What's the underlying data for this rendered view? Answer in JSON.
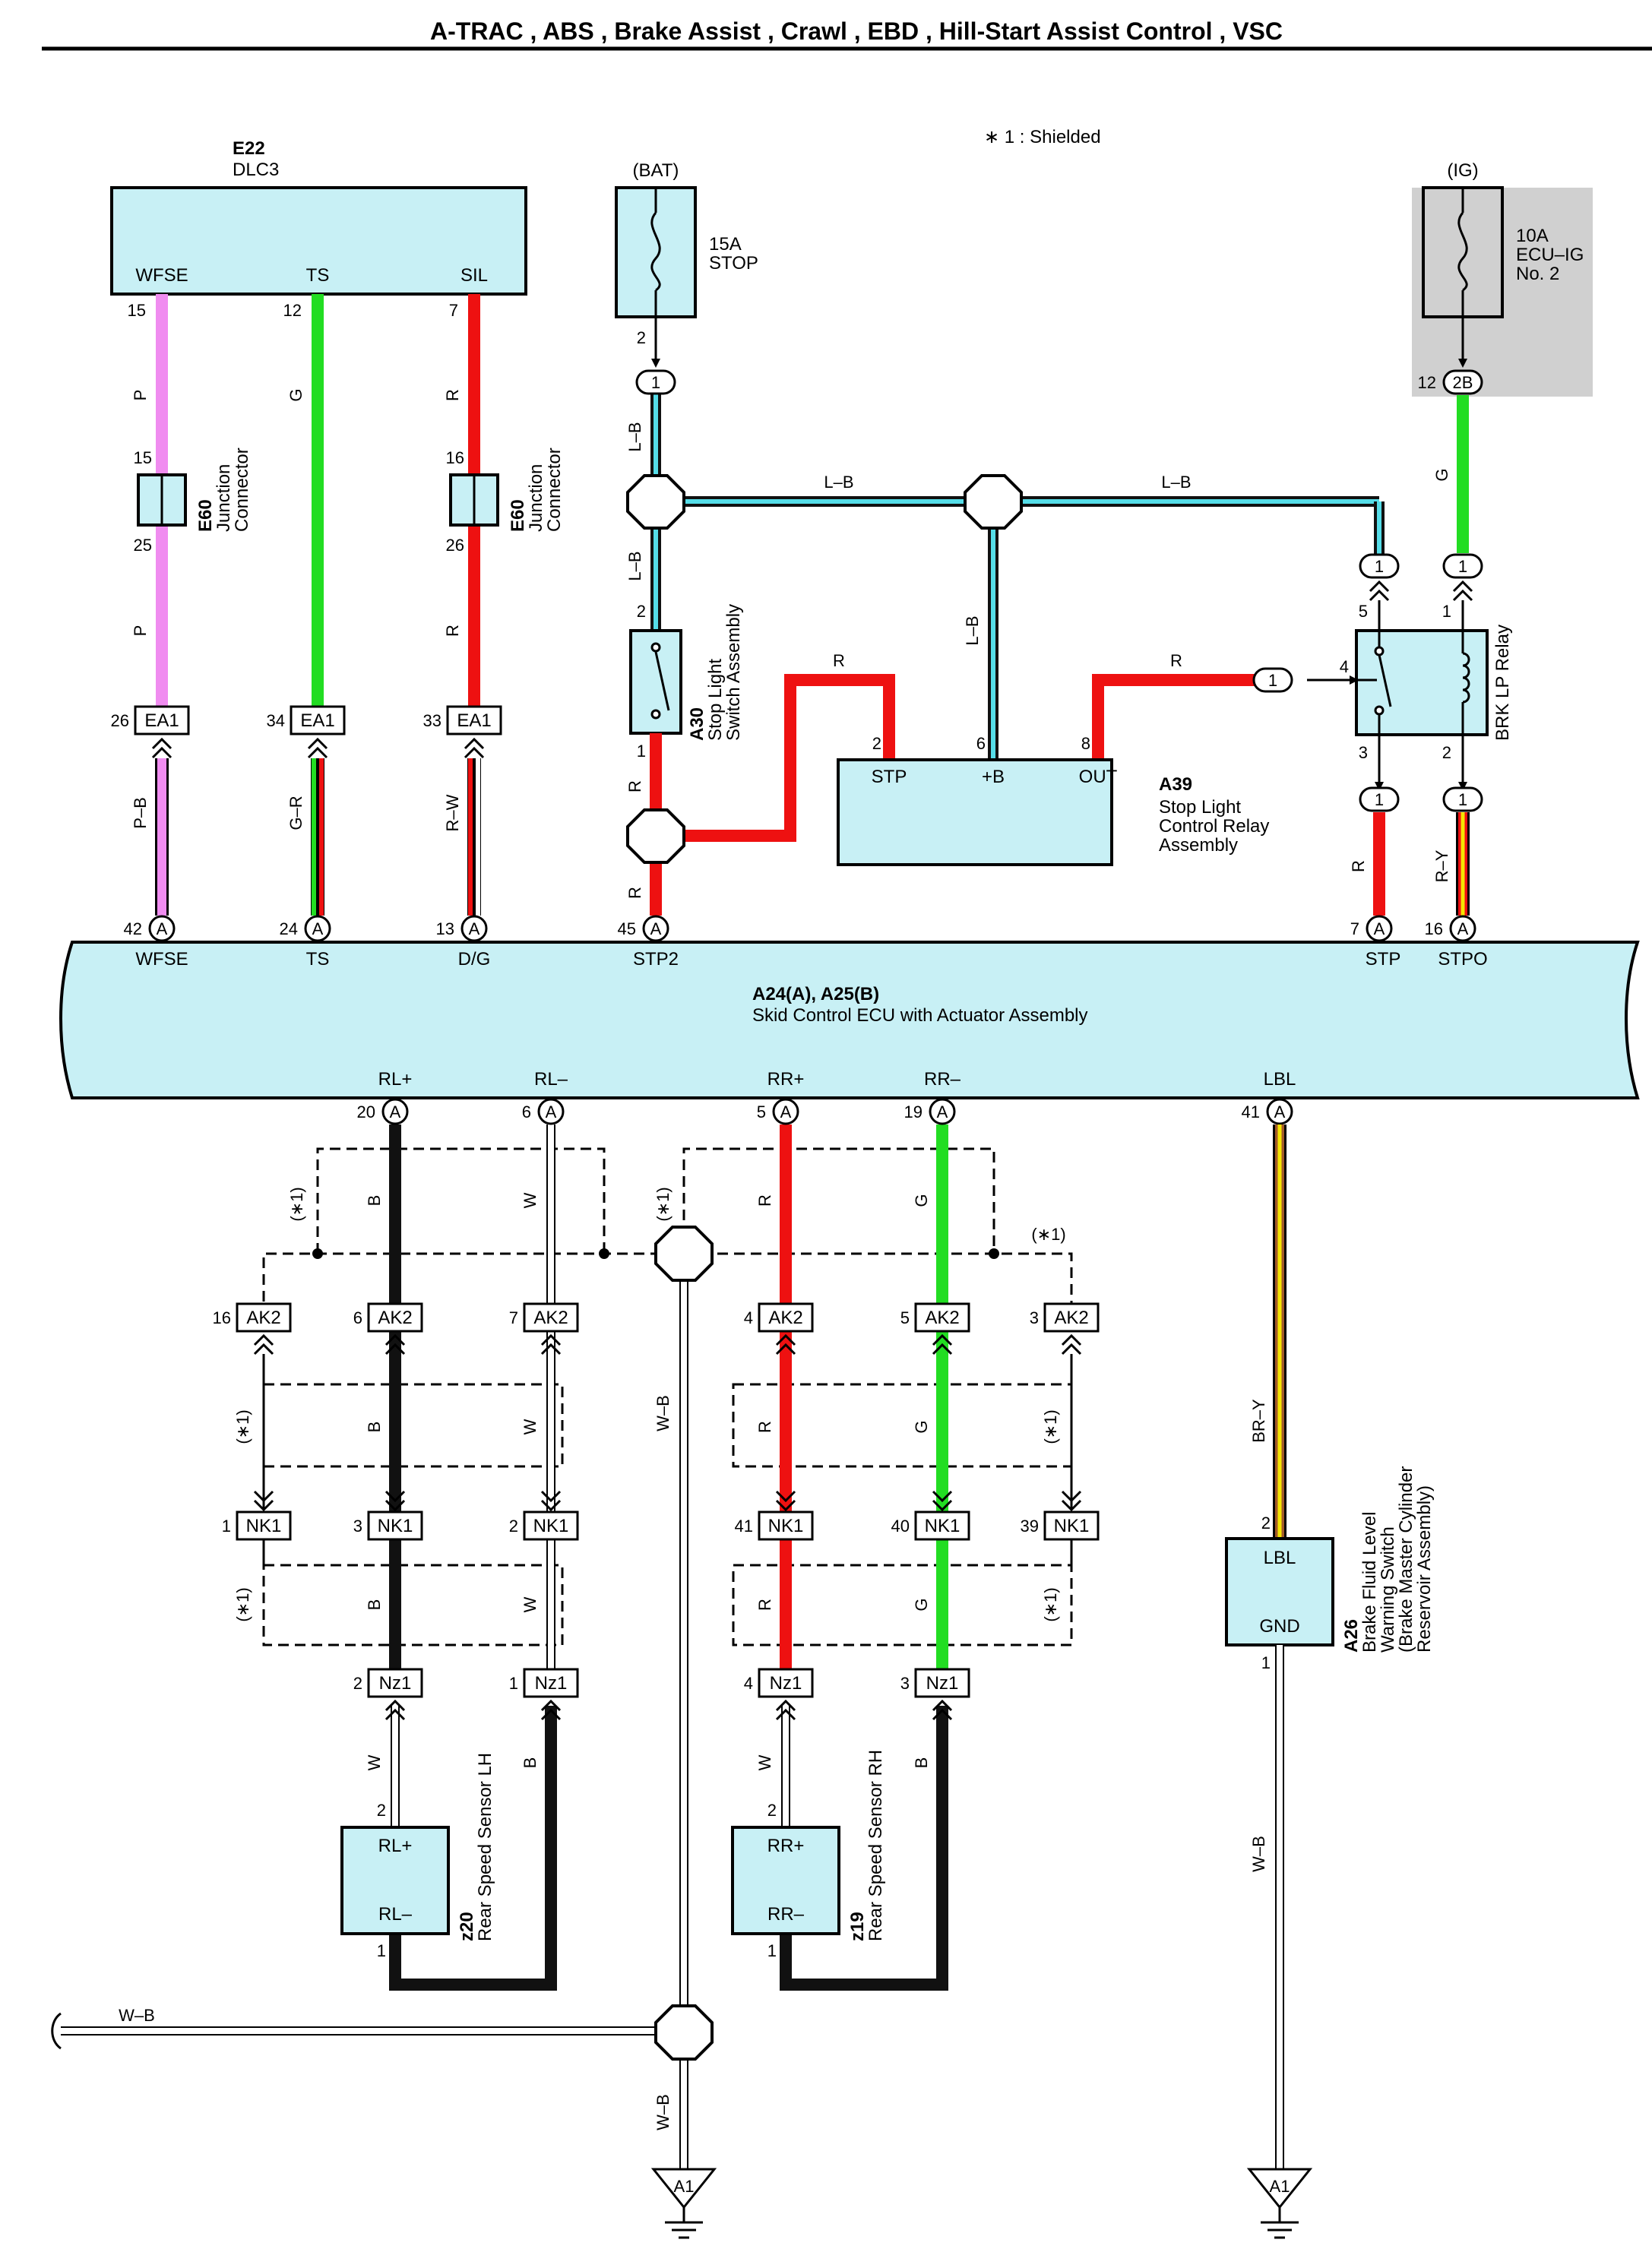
{
  "title": "A-TRAC , ABS , Brake Assist , Crawl , EBD , Hill-Start Assist Control , VSC",
  "note": "∗ 1 : Shielded",
  "colors": {
    "box_fill": "#c8f0f5",
    "shaded_area": "#d0d0d0",
    "wire_pink": "#f08cf0",
    "wire_green": "#22dd22",
    "wire_red": "#ee1111",
    "wire_lightblue": "#55dde8",
    "wire_black": "#111111",
    "wire_white": "#ffffff",
    "wire_brown": "#a35a28",
    "wire_yellow": "#f5e600"
  },
  "components": {
    "dlc3": {
      "code": "E22",
      "name": "DLC3",
      "pins": [
        "WFSE",
        "TS",
        "SIL"
      ]
    },
    "fuse_stop": {
      "source": "(BAT)",
      "rating": "15A",
      "name": "STOP"
    },
    "fuse_ecu_ig": {
      "source": "(IG)",
      "rating": "10A",
      "name": "ECU–IG",
      "name2": "No. 2"
    },
    "junction_e60": {
      "code": "E60",
      "line1": "Junction",
      "line2": "Connector"
    },
    "stop_light_switch": {
      "code": "A30",
      "line1": "Stop Light",
      "line2": "Switch Assembly"
    },
    "stop_light_relay": {
      "code": "A39",
      "line1": "Stop Light",
      "line2": "Control Relay",
      "line3": "Assembly",
      "pins": [
        "STP",
        "+B",
        "OUT"
      ]
    },
    "brk_lp_relay": {
      "name": "BRK LP Relay"
    },
    "ecu": {
      "code": "A24(A), A25(B)",
      "name": "Skid Control ECU with Actuator Assembly",
      "top_pins": [
        "WFSE",
        "TS",
        "D/G",
        "STP2",
        "STP",
        "STPO"
      ],
      "bottom_pins": [
        "RL+",
        "RL–",
        "RR+",
        "RR–",
        "LBL"
      ]
    },
    "sensor_lh": {
      "code": "z20",
      "name": "Rear Speed Sensor LH",
      "pins": [
        "RL+",
        "RL–"
      ]
    },
    "sensor_rh": {
      "code": "z19",
      "name": "Rear Speed Sensor RH",
      "pins": [
        "RR+",
        "RR–"
      ]
    },
    "brake_fluid": {
      "code": "A26",
      "line1": "Brake Fluid Level",
      "line2": "Warning Switch",
      "line3": "(Brake Master Cylinder",
      "line4": "Reservoir Assembly)",
      "pins": [
        "LBL",
        "GND"
      ]
    }
  },
  "connectors": {
    "ea1": "EA1",
    "ak2": "AK2",
    "nk1": "NK1",
    "nz1": "Nz1",
    "ground": "A1",
    "ecu_a": "A",
    "j1": "1",
    "j2b": "2B"
  },
  "wire_codes": {
    "p": "P",
    "g": "G",
    "r": "R",
    "lb": "L–B",
    "pb": "P–B",
    "gr": "G–R",
    "rw": "R–W",
    "ry": "R–Y",
    "b": "B",
    "w": "W",
    "wb": "W–B",
    "bry": "BR–Y",
    "shield": "(∗1)"
  },
  "pin_numbers": {
    "p15": "15",
    "p12": "12",
    "p7": "7",
    "p16": "16",
    "p25": "25",
    "p26": "26",
    "p34": "34",
    "p33": "33",
    "p42": "42",
    "p24": "24",
    "p13": "13",
    "p45": "45",
    "p2": "2",
    "p1": "1",
    "p6": "6",
    "p8": "8",
    "p5": "5",
    "p4": "4",
    "p3": "3",
    "p20": "20",
    "p19": "19",
    "p41": "41",
    "p40": "40",
    "p39": "39"
  }
}
